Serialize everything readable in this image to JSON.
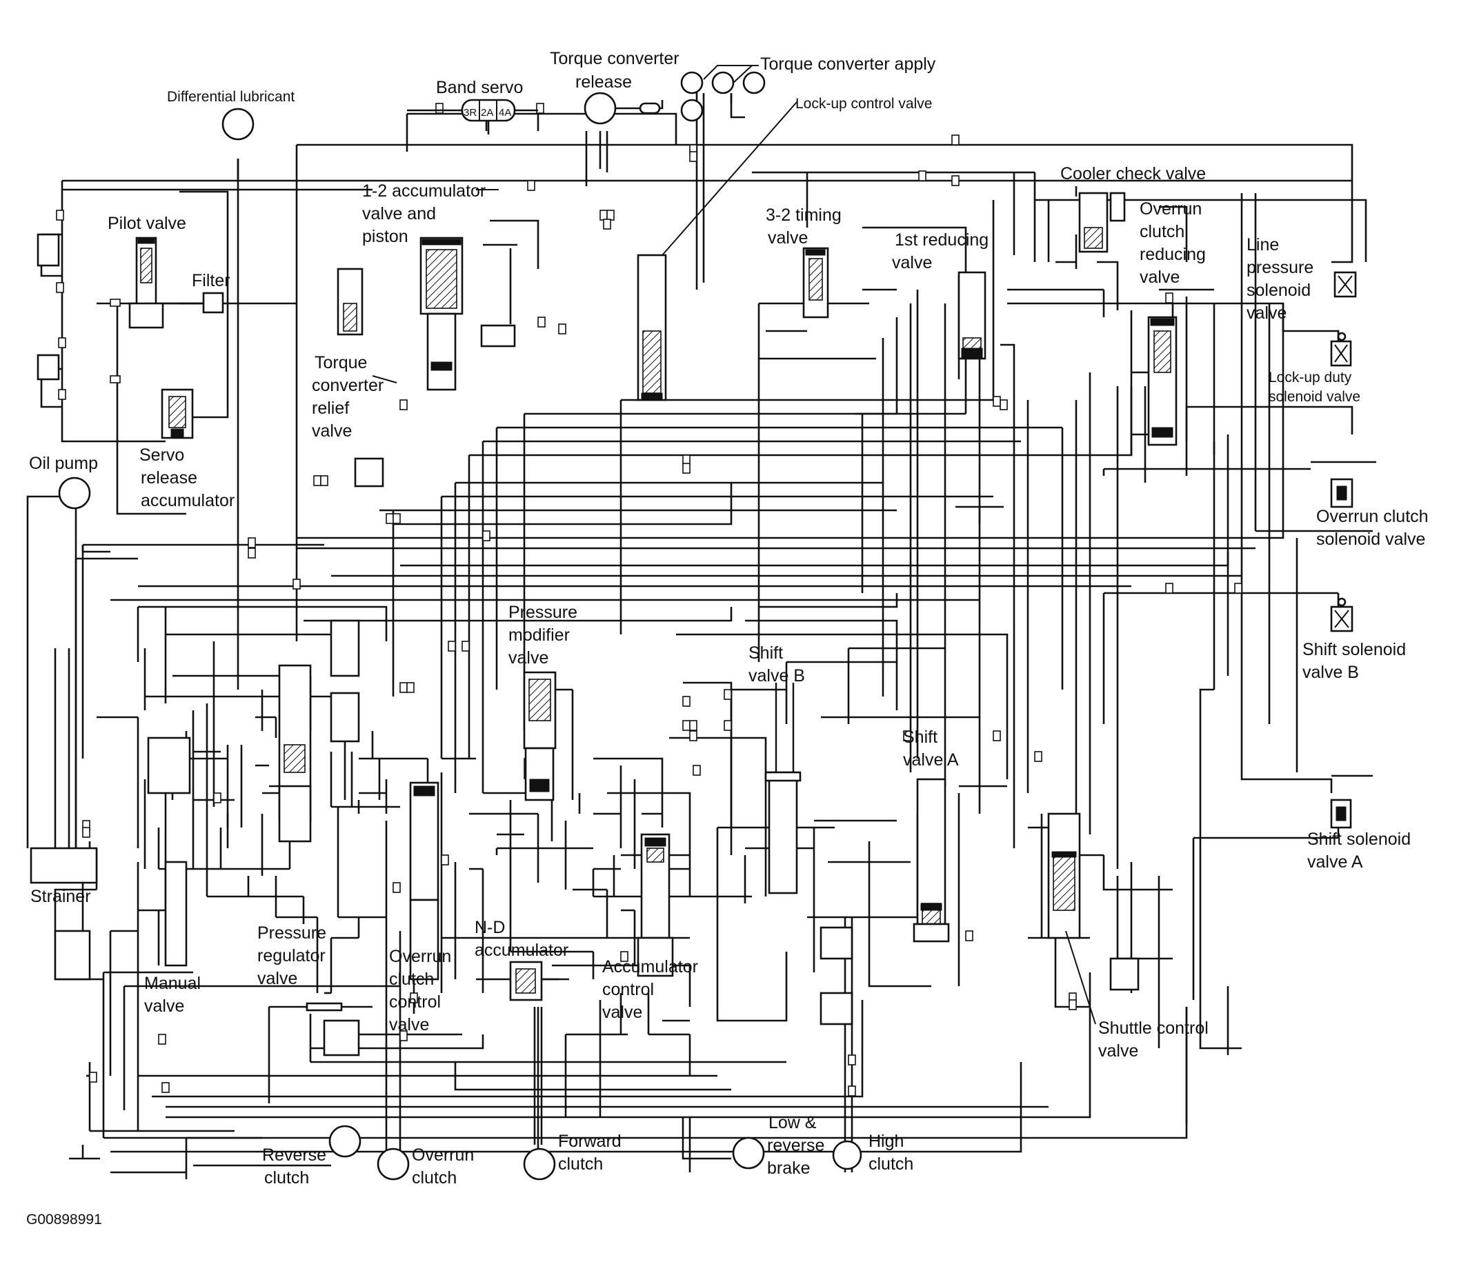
{
  "figure_code": "G00898991",
  "components": {
    "differential_lubricant": [
      "Differential lubricant"
    ],
    "band_servo": [
      "Band servo"
    ],
    "band_servo_ports": [
      "3R",
      "2A",
      "4A"
    ],
    "torque_converter_release": [
      "Torque converter",
      "release"
    ],
    "torque_converter_apply": [
      "Torque converter apply"
    ],
    "lock_up_control_valve": [
      "Lock-up control valve"
    ],
    "cooler_check_valve": [
      "Cooler check valve"
    ],
    "accumulator_1_2": [
      "1-2 accumulator",
      "valve and",
      "piston"
    ],
    "timing_valve_3_2": [
      "3-2 timing",
      "valve"
    ],
    "first_reducing_valve": [
      "1st reducing",
      "valve"
    ],
    "overrun_clutch_reducing_valve": [
      "Overrun",
      "clutch",
      "reducing",
      "valve"
    ],
    "line_pressure_solenoid_valve": [
      "Line",
      "pressure",
      "solenoid",
      "valve"
    ],
    "lock_up_duty_solenoid_valve": [
      "Lock-up duty",
      "solenoid valve"
    ],
    "pilot_valve": [
      "Pilot valve"
    ],
    "filter": [
      "Filter"
    ],
    "torque_converter_relief_valve": [
      "Torque",
      "converter",
      "relief",
      "valve"
    ],
    "servo_release_accumulator": [
      "Servo",
      "release",
      "accumulator"
    ],
    "oil_pump": [
      "Oil pump"
    ],
    "overrun_clutch_solenoid_valve": [
      "Overrun clutch",
      "solenoid valve"
    ],
    "pressure_modifier_valve": [
      "Pressure",
      "modifier",
      "valve"
    ],
    "shift_solenoid_valve_b": [
      "Shift solenoid",
      "valve B"
    ],
    "shift_valve_b": [
      "Shift",
      "valve B"
    ],
    "shift_valve_a": [
      "Shift",
      "valve A"
    ],
    "shift_solenoid_valve_a": [
      "Shift solenoid",
      "valve A"
    ],
    "strainer": [
      "Strainer"
    ],
    "pressure_regulator_valve": [
      "Pressure",
      "regulator",
      "valve"
    ],
    "overrun_clutch_control_valve": [
      "Overrun",
      "clutch",
      "control",
      "valve"
    ],
    "nd_accumulator": [
      "N-D",
      "accumulator"
    ],
    "accumulator_control_valve": [
      "Accumulator",
      "control",
      "valve"
    ],
    "manual_valve": [
      "Manual",
      "valve"
    ],
    "shuttle_control_valve": [
      "Shuttle control",
      "valve"
    ],
    "reverse_clutch": [
      "Reverse",
      "clutch"
    ],
    "overrun_clutch": [
      "Overrun",
      "clutch"
    ],
    "forward_clutch": [
      "Forward",
      "clutch"
    ],
    "low_reverse_brake": [
      "Low &",
      "reverse",
      "brake"
    ],
    "high_clutch": [
      "High",
      "clutch"
    ]
  }
}
